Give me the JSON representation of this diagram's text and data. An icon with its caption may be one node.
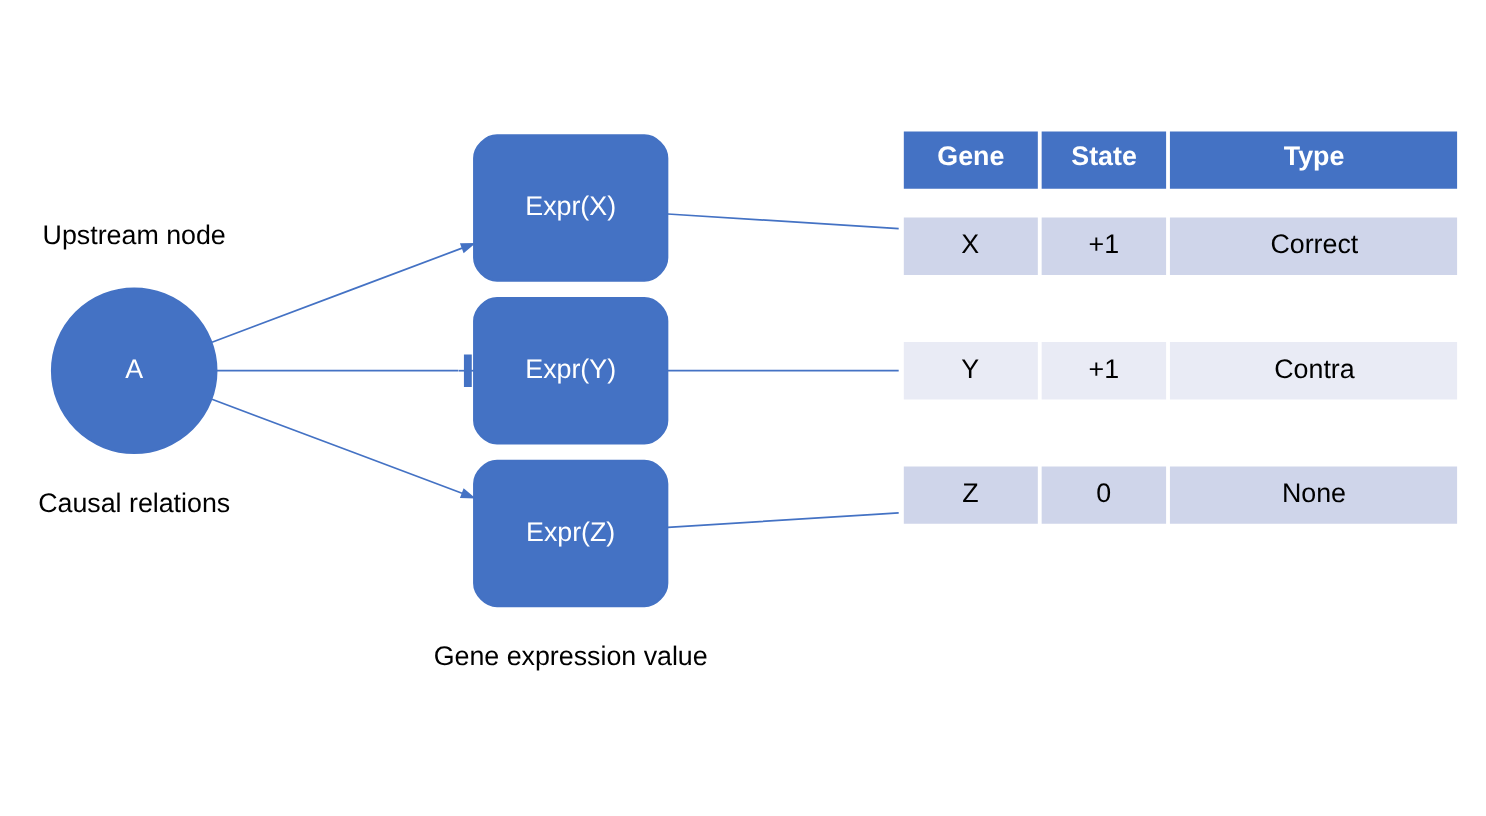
{
  "diagram": {
    "nodes": [
      {
        "text": [
          "A"
        ]
      },
      {
        "text": [
          "Expr(X)"
        ]
      },
      {
        "text": [
          "Expr(Y)"
        ]
      },
      {
        "text": [
          "Expr(Z)"
        ]
      },
      {
        "text": [
          "Gene",
          "State",
          "Type"
        ]
      },
      {
        "text": [
          "X",
          "+1",
          "Correct"
        ]
      },
      {
        "text": [
          "Y",
          "+1",
          "Contra"
        ]
      },
      {
        "text": [
          "Z",
          "0",
          "None"
        ]
      }
    ],
    "edges": [
      {
        "from": 0,
        "to": 1,
        "arrow": "to"
      },
      {
        "from": 0,
        "to": 2,
        "arrow": "other"
      },
      {
        "from": 0,
        "to": 3,
        "arrow": "to"
      },
      {
        "from": 1,
        "to": 5,
        "arrow": "none"
      },
      {
        "from": 2,
        "to": 6,
        "arrow": "none"
      },
      {
        "from": 3,
        "to": 7,
        "arrow": "none"
      }
    ],
    "labels": [
      "Upstream node",
      "Causal relations",
      "Gene expression value"
    ]
  }
}
